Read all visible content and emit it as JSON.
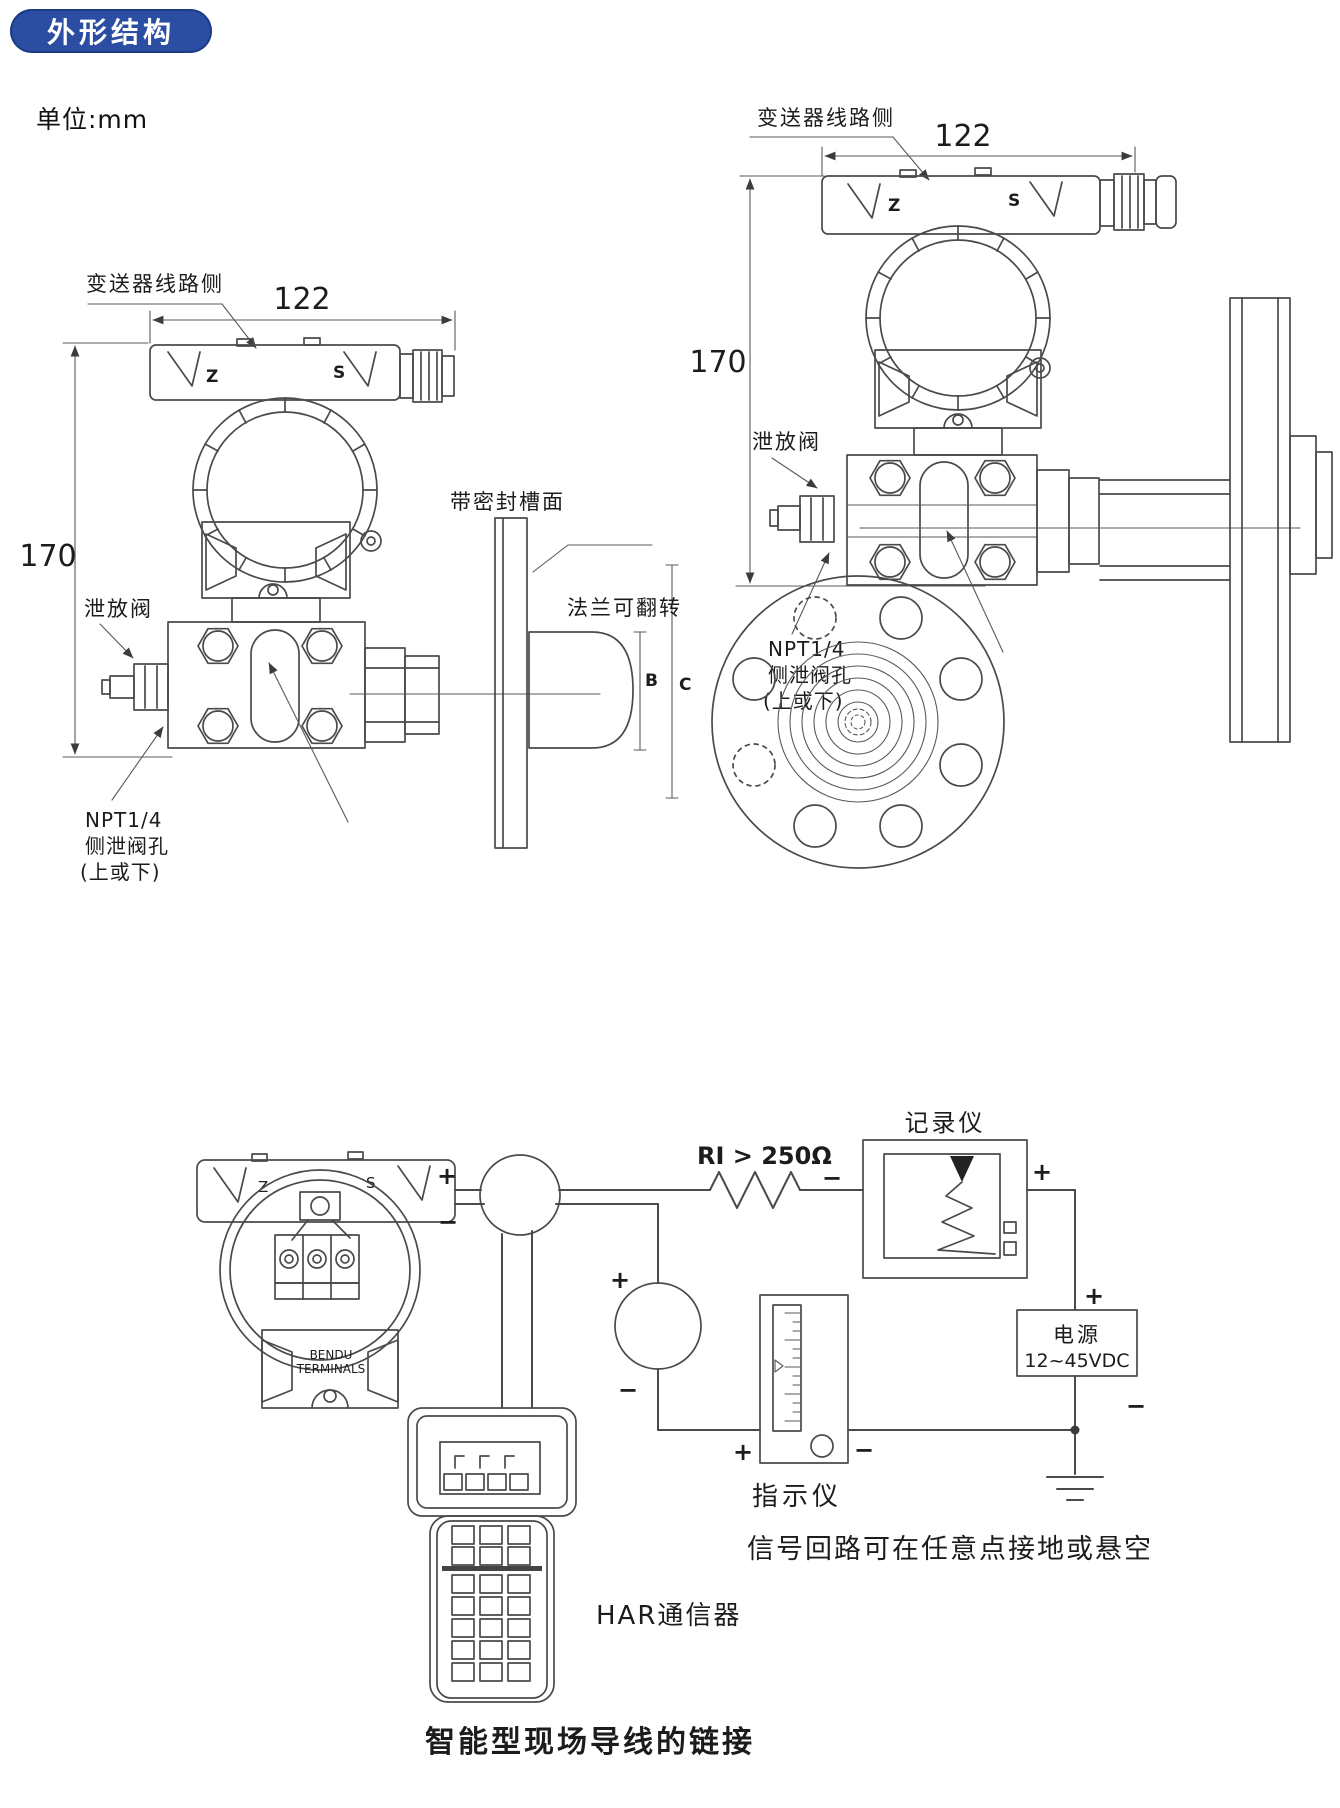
{
  "header": {
    "badge": "外形结构",
    "unit": "单位:mm"
  },
  "colors": {
    "accent_blue": "#2b4ea2",
    "line": "#4a4a4a"
  },
  "marks": {
    "z": "Z",
    "s": "S",
    "plus": "+",
    "minus": "−"
  },
  "left_view": {
    "wiring_side": "变送器线路侧",
    "width": "122",
    "height": "170",
    "drain_valve": "泄放阀",
    "seal_face": "带密封槽面",
    "flange_flip": "法兰可翻转",
    "npt1": "NPT1/4",
    "npt2": "侧泄阀孔",
    "npt3": "(上或下)",
    "dim_b": "B",
    "dim_c": "C"
  },
  "right_view": {
    "wiring_side": "变送器线路侧",
    "width": "122",
    "height": "170",
    "drain_valve": "泄放阀",
    "npt1": "NPT1/4",
    "npt2": "侧泄阀孔",
    "npt3": "(上或下)"
  },
  "wiring": {
    "terminal_text1": "BENDU",
    "terminal_text2": "TERMINALS",
    "resistor": "RI > 250Ω",
    "recorder": "记录仪",
    "power1": "电源",
    "power2": "12~45VDC",
    "indicator": "指示仪",
    "communicator": "HAR通信器",
    "ground_note": "信号回路可在任意点接地或悬空",
    "caption": "智能型现场导线的链接"
  }
}
